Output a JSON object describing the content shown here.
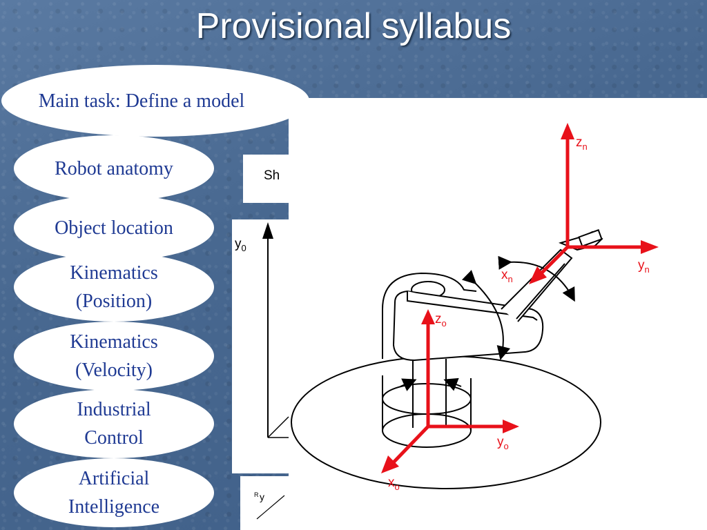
{
  "slide": {
    "title": "Provisional syllabus",
    "main_task": "Main task: Define a model",
    "topics": [
      "Robot anatomy",
      "Object location",
      "Kinematics\n(Position)",
      "Kinematics\n(Velocity)",
      "Industrial\nControl",
      "Artificial\nIntelligence"
    ]
  },
  "diagram": {
    "partial_text": "Sh",
    "axes": {
      "zn": "z",
      "zn_sub": "n",
      "yn": "y",
      "yn_sub": "n",
      "xn": "x",
      "xn_sub": "n",
      "zo": "z",
      "zo_sub": "o",
      "yo": "y",
      "yo_sub": "o",
      "xo": "x",
      "xo_sub": "o",
      "y0": "y",
      "y0_sub": "0",
      "ry_small": "R",
      "ry": "y"
    }
  },
  "colors": {
    "accent": "#e8111a",
    "topic_text": "#1f3a93",
    "background": "#4a6a92"
  }
}
